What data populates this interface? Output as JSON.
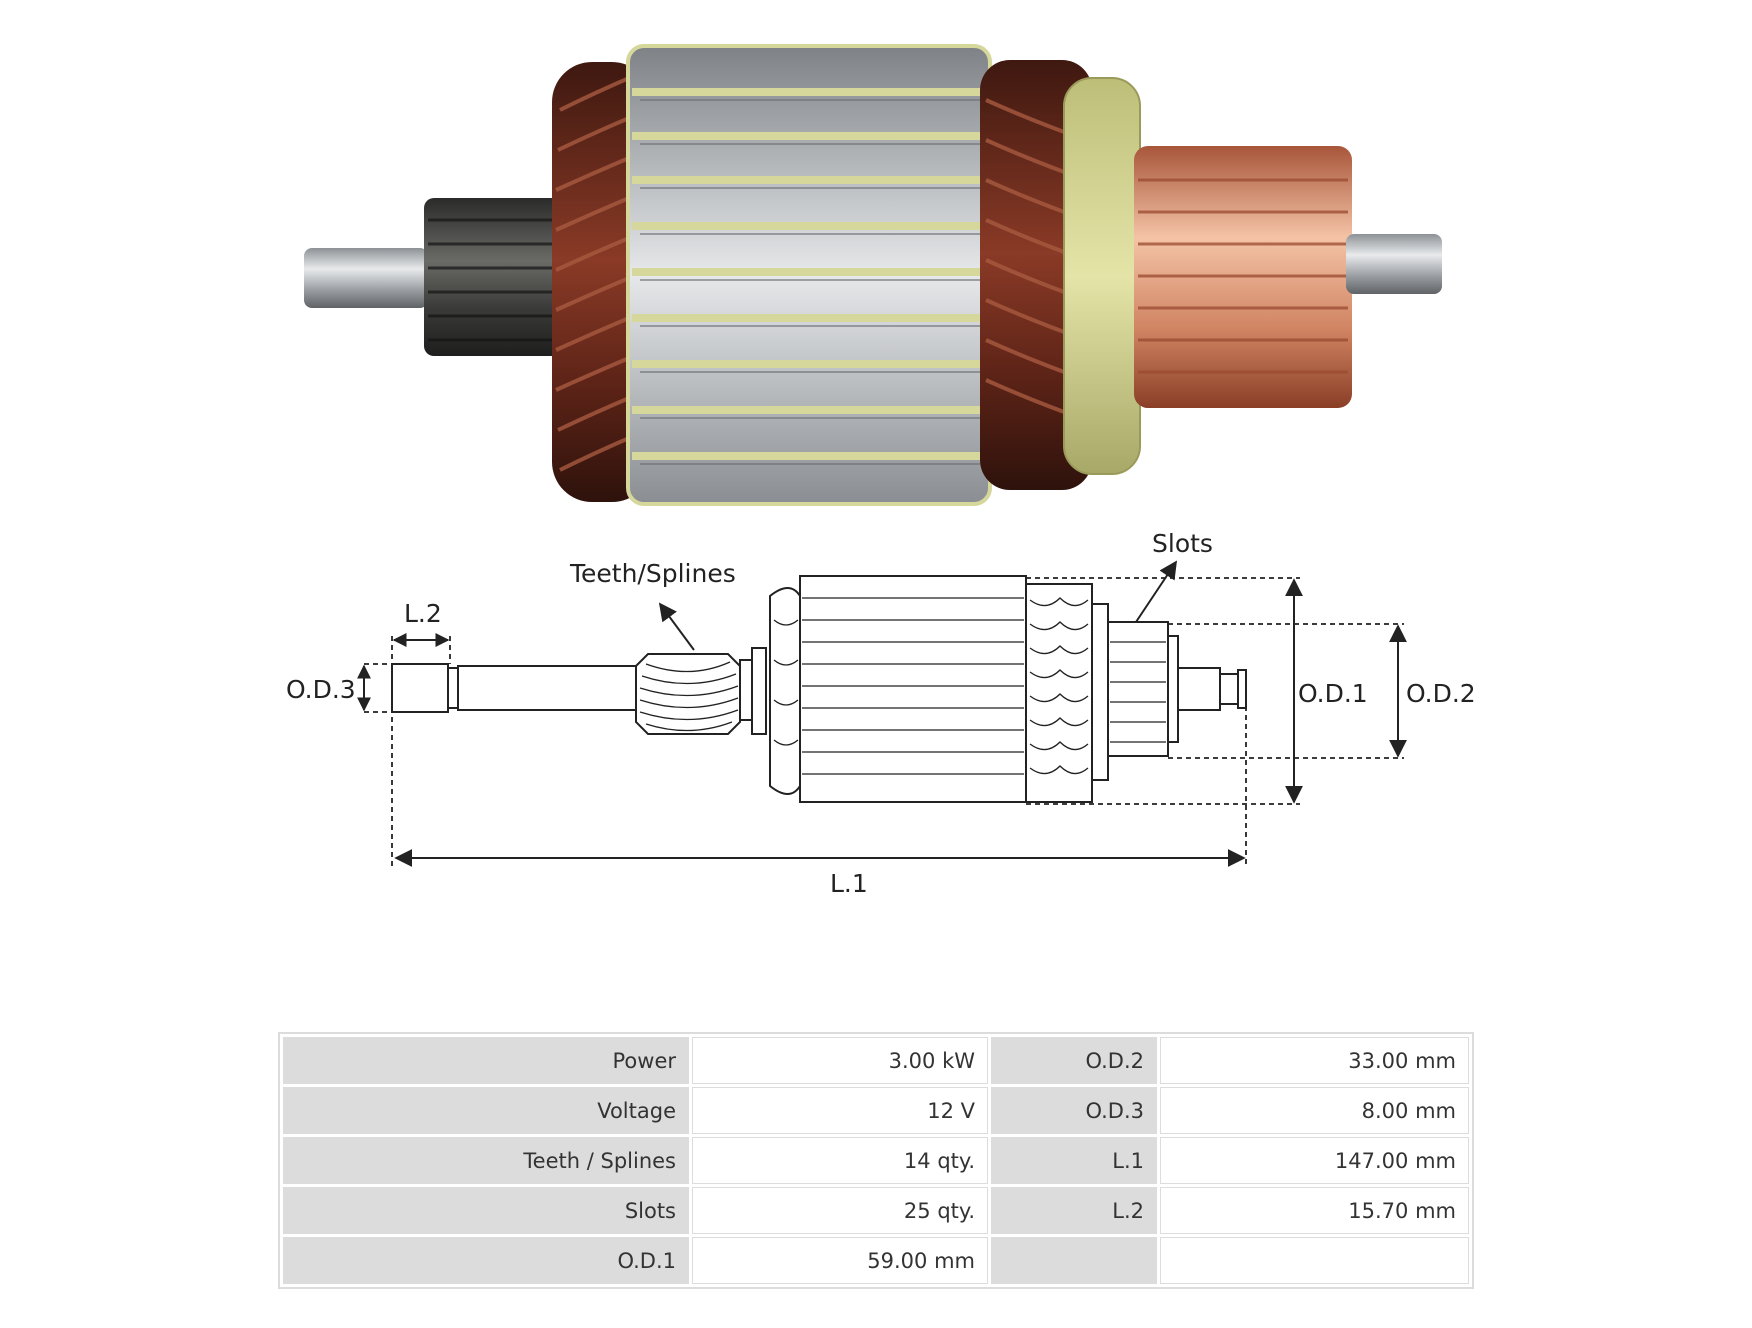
{
  "labels": {
    "teeth_splines": "Teeth/Splines",
    "slots": "Slots",
    "l2": "L.2",
    "l1": "L.1",
    "od1": "O.D.1",
    "od2": "O.D.2",
    "od3": "O.D.3"
  },
  "specs": {
    "rows": [
      {
        "k1": "Power",
        "v1": "3.00 kW",
        "k2": "O.D.2",
        "v2": "33.00 mm"
      },
      {
        "k1": "Voltage",
        "v1": "12 V",
        "k2": "O.D.3",
        "v2": "8.00 mm"
      },
      {
        "k1": "Teeth / Splines",
        "v1": "14 qty.",
        "k2": "L.1",
        "v2": "147.00 mm"
      },
      {
        "k1": "Slots",
        "v1": "25 qty.",
        "k2": "L.2",
        "v2": "15.70 mm"
      },
      {
        "k1": "O.D.1",
        "v1": "59.00 mm",
        "k2": "",
        "v2": ""
      }
    ]
  },
  "colors": {
    "copper_winding": "#6b2a1c",
    "steel": "#b8bcc0",
    "commutator": "#d9936e",
    "insulator": "#d6d79a"
  }
}
